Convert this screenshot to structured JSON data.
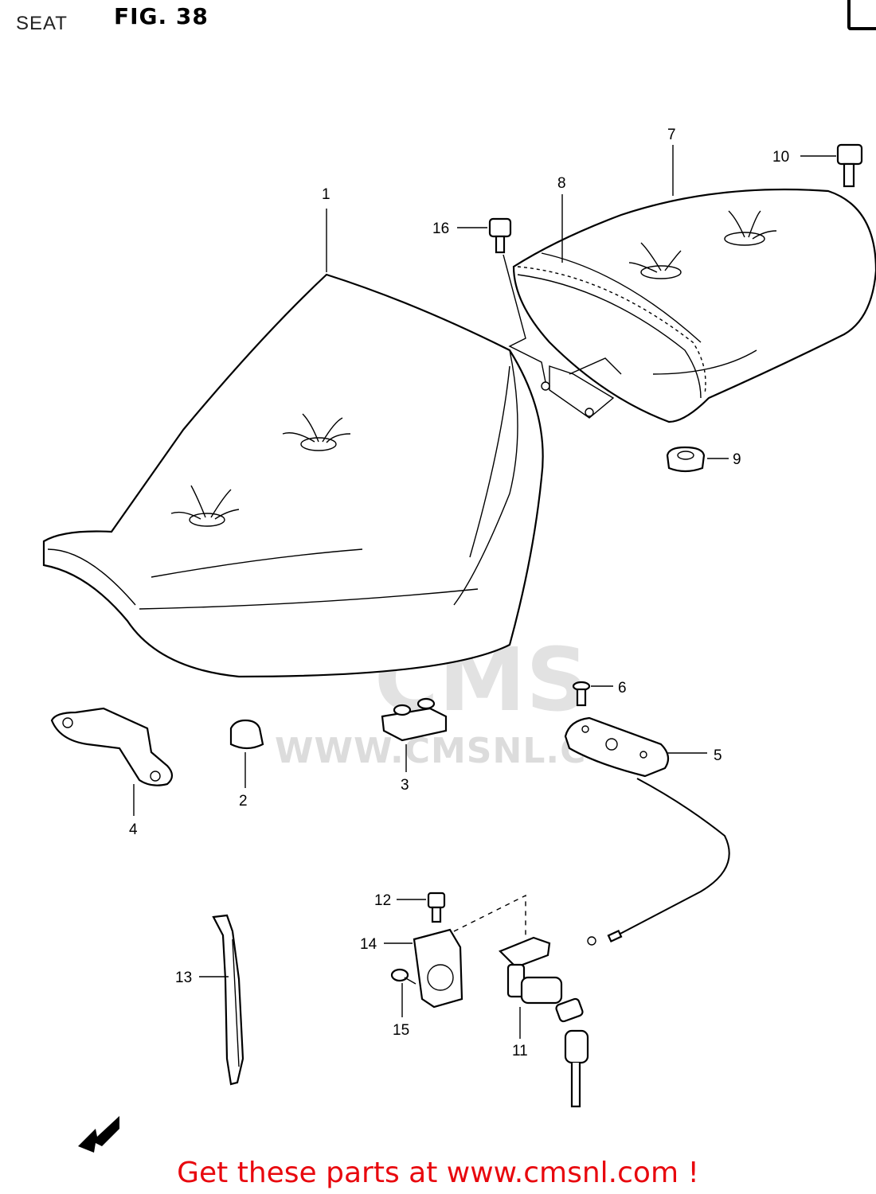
{
  "header": {
    "section": "SEAT",
    "figure": "FIG. 38"
  },
  "callouts": [
    {
      "id": "1",
      "label": "1"
    },
    {
      "id": "2",
      "label": "2"
    },
    {
      "id": "3",
      "label": "3"
    },
    {
      "id": "4",
      "label": "4"
    },
    {
      "id": "5",
      "label": "5"
    },
    {
      "id": "6",
      "label": "6"
    },
    {
      "id": "7",
      "label": "7"
    },
    {
      "id": "8",
      "label": "8"
    },
    {
      "id": "9",
      "label": "9"
    },
    {
      "id": "10",
      "label": "10"
    },
    {
      "id": "11",
      "label": "11"
    },
    {
      "id": "12",
      "label": "12"
    },
    {
      "id": "13",
      "label": "13"
    },
    {
      "id": "14",
      "label": "14"
    },
    {
      "id": "15",
      "label": "15"
    },
    {
      "id": "16",
      "label": "16"
    }
  ],
  "watermark": {
    "brand": "CMS",
    "url": "WWW.CMSNL.CO"
  },
  "footer": {
    "text": "Get these parts at www.cmsnl.com !"
  },
  "colors": {
    "footer": "#e8080e",
    "line": "#000000",
    "watermark": "#dcdcdc"
  }
}
